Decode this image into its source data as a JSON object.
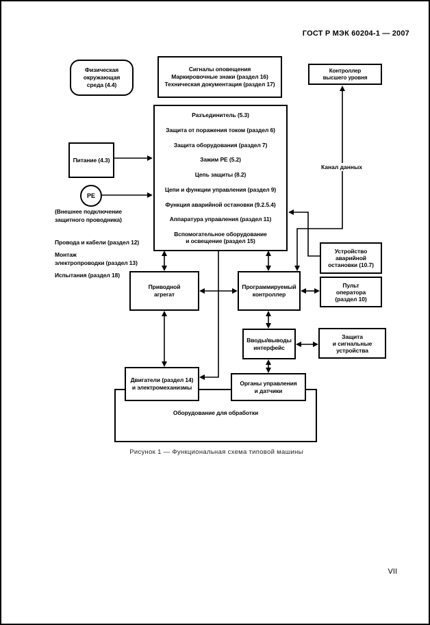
{
  "page": {
    "header": "ГОСТ Р МЭК 60204-1 — 2007",
    "page_number": "VII",
    "caption": "Рисунок 1 — Функциональная схема типовой машины"
  },
  "labels": {
    "pe_note": "(Внешнее подключение\nзащитного проводника)",
    "wires": "Провода и кабели (раздел 12)",
    "wiring": "Монтаж\nэлектропроводки (раздел 13)",
    "tests": "Испытания (раздел 18)",
    "data_channel": "Канал данных"
  },
  "nodes": {
    "environment": "Физическая\nокружающая\nсреда (4.4)",
    "signals": "Сигналы оповещения\nМаркировочные знаки (раздел 16)\nТехническая документация (раздел 17)",
    "upper_controller": "Контроллер\nвысшего уровня",
    "supply": "Питание (4.3)",
    "pe": "PE",
    "main_lines": [
      "Разъединитель (5.3)",
      "Защита от поражения током (раздел 6)",
      "Защита оборудования (раздел 7)",
      "Зажим PE (5.2)",
      "Цепь защиты (8.2)",
      "Цепи и функции управления (раздел 9)",
      "Функция аварийной остановки (9.2.5.4)",
      "Аппаратура управления (раздел 11)",
      "Вспомогательное оборудование\nи освещение (раздел 15)"
    ],
    "drive": "Приводной\nагрегат",
    "plc": "Программируемый\nконтроллер",
    "estop": "Устройство\nаварийной\nостановки (10.7)",
    "panel": "Пульт\nоператора\n(раздел 10)",
    "io": "Вводы/выводы\nинтерфейс",
    "guards": "Защита\nи сигнальные\nустройства",
    "motors": "Двигатели (раздел 14)\nи электромеханизмы",
    "controls": "Органы управления\nи датчики",
    "processing": "Оборудование для обработки"
  }
}
